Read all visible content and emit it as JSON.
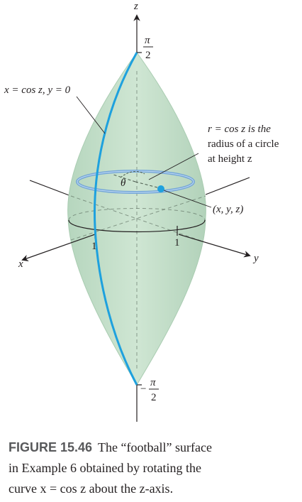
{
  "axes": {
    "x_label": "x",
    "y_label": "y",
    "z_label": "z",
    "x_tick": "1",
    "y_tick": "1"
  },
  "z_ticks": {
    "top": {
      "sign": "",
      "numerator": "π",
      "denominator": "2"
    },
    "bottom": {
      "sign": "−",
      "numerator": "π",
      "denominator": "2"
    }
  },
  "annotations": {
    "curve_label": "x = cos z, y = 0",
    "radius_line1": "r = cos z is the",
    "radius_line2": "radius of a circle",
    "radius_line3": "at height z",
    "point_label": "(x, y, z)",
    "angle_label": "θ"
  },
  "caption": {
    "label": "FIGURE 15.46",
    "line1": "The “football” surface",
    "line2": "in Example 6 obtained by rotating the",
    "line3": "curve x = cos z about the z-axis."
  },
  "colors": {
    "surface": "#c3dfc8",
    "surface_edge": "#a9ccb1",
    "curve": "#1ea1de",
    "circle": "#6aa0d8",
    "axis": "#231f20",
    "caption_label": "#58595b"
  }
}
